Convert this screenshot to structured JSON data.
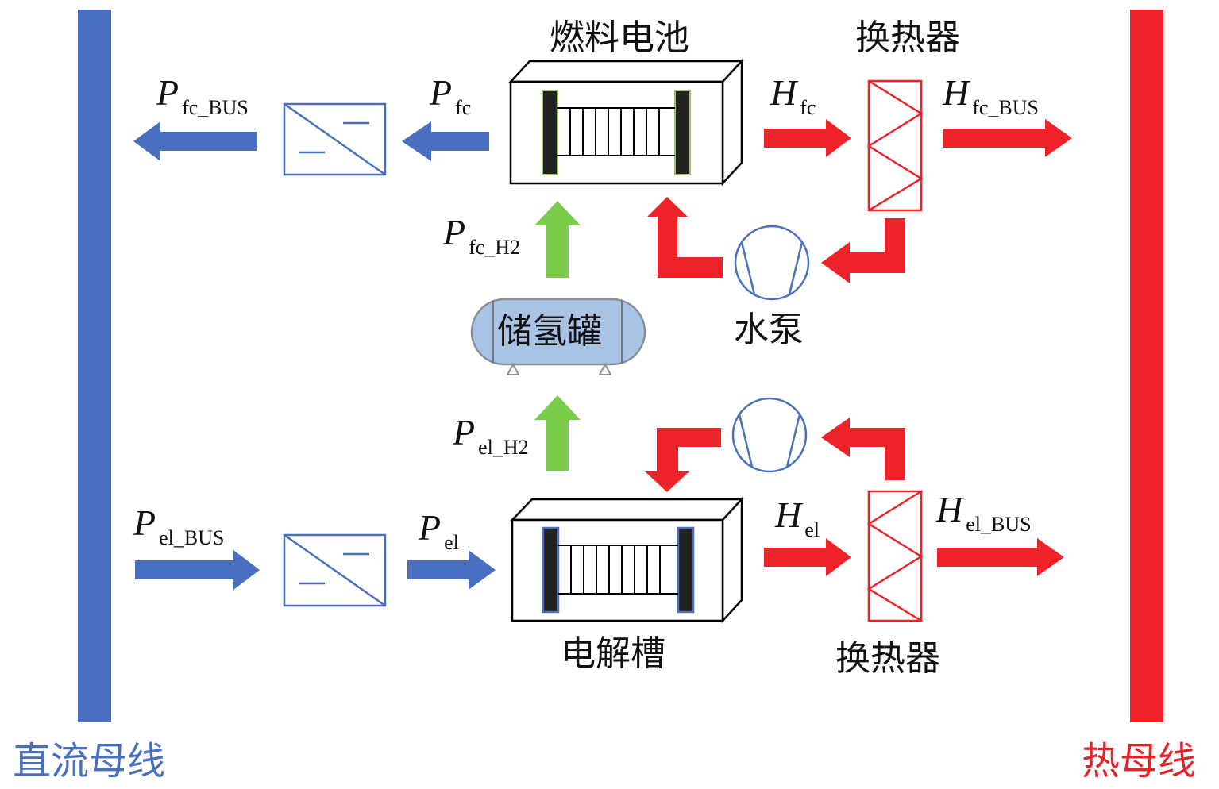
{
  "labels": {
    "fuel_cell": "燃料电池",
    "heat_exchanger_top": "换热器",
    "heat_exchanger_bottom": "换热器",
    "h2_tank": "储氢罐",
    "water_pump": "水泵",
    "electrolyzer": "电解槽",
    "dc_bus": "直流母线",
    "heat_bus": "热母线"
  },
  "variables": {
    "p_fc_bus": {
      "main": "P",
      "sub": "fc_BUS"
    },
    "p_fc": {
      "main": "P",
      "sub": "fc"
    },
    "h_fc": {
      "main": "H",
      "sub": "fc"
    },
    "h_fc_bus": {
      "main": "H",
      "sub": "fc_BUS"
    },
    "p_fc_h2": {
      "main": "P",
      "sub": "fc_H2"
    },
    "p_el_h2": {
      "main": "P",
      "sub": "el_H2"
    },
    "p_el_bus": {
      "main": "P",
      "sub": "el_BUS"
    },
    "p_el": {
      "main": "P",
      "sub": "el"
    },
    "h_el": {
      "main": "H",
      "sub": "el"
    },
    "h_el_bus": {
      "main": "H",
      "sub": "el_BUS"
    }
  },
  "colors": {
    "electric": "#4a6fc1",
    "heat": "#ee2329",
    "hydrogen": "#7ccc4c",
    "tank_fill": "#a9c3e4",
    "dc_bus_text": "#4a6fc1",
    "heat_bus_text": "#e0242a"
  }
}
